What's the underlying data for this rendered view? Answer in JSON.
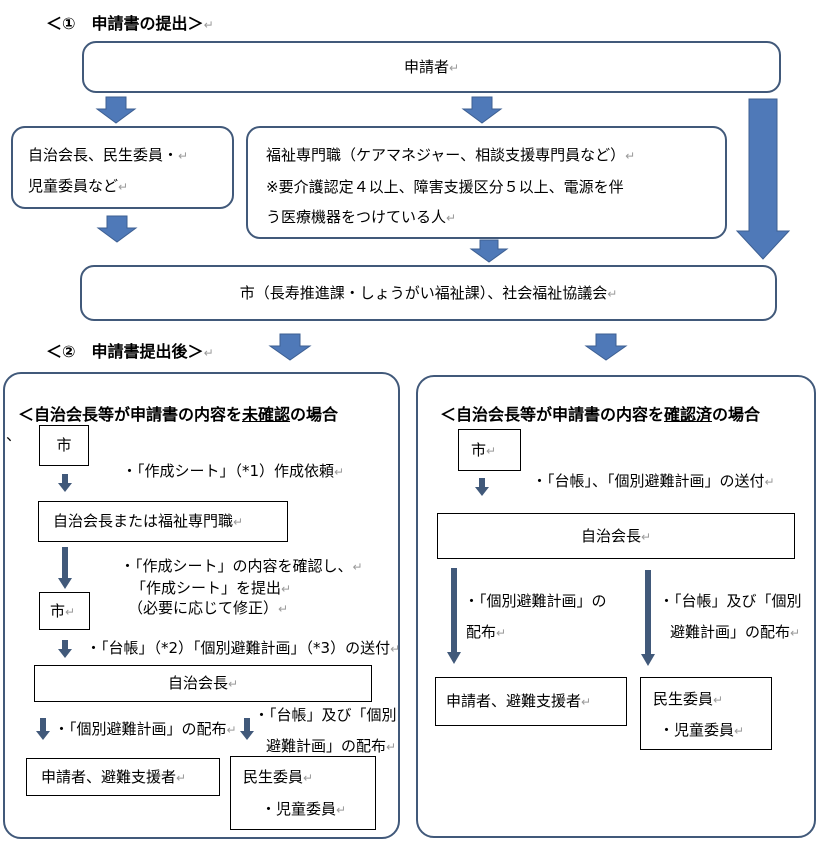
{
  "colors": {
    "arrow": "#4f79b8",
    "arrow_stroke": "#3d5f92",
    "box_border": "#41597a",
    "text": "#000000",
    "para_mark": "#9a9a9a"
  },
  "para_mark": "↵",
  "section1": {
    "title": "＜①　申請書の提出＞"
  },
  "applicant": {
    "label": "申請者"
  },
  "chairman_box": {
    "line1": "自治会長、民生委員・",
    "line2": "児童委員など"
  },
  "welfare_box": {
    "line1": "福祉専門職（ケアマネジャー、相談支援専門員など）",
    "line2": "※要介護認定４以上、障害支援区分５以上、電源を伴",
    "line3": "う医療機器をつけている人"
  },
  "city_box": {
    "label": "市（長寿推進課・しょうがい福祉課）、社会福祉協議会"
  },
  "section2": {
    "title": "＜②　申請書提出後＞"
  },
  "left_panel": {
    "title_pre": "＜自治会長等が申請書の内容を",
    "title_em": "未確認",
    "title_post": "の場合",
    "stray_mark": "、",
    "city1": "市",
    "note1": "・「作成シート」（*1）作成依頼",
    "chair_or_welfare": "自治会長または福祉専門職",
    "note2_line1": "・「作成シート」の内容を確認し、",
    "note2_line2": "「作成シート」を提出",
    "note2_line3": "（必要に応じて修正）",
    "city2": "市",
    "note3": "・「台帳」（*2）「個別避難計画」（*3）の送付",
    "chairman": "自治会長",
    "note4": "・「個別避難計画」の配布",
    "note5_line1": "・「台帳」及び「個別",
    "note5_line2": "避難計画」の配布",
    "applicant_supporter": "申請者、避難支援者",
    "minsei_line1": "民生委員",
    "minsei_line2": "・児童委員"
  },
  "right_panel": {
    "title_pre": "＜自治会長等が申請書の内容を",
    "title_em": "確認済",
    "title_post": "の場合",
    "city": "市",
    "note1": "・「台帳」、「個別避難計画」の送付",
    "chairman": "自治会長",
    "note2_line1": "・「個別避難計画」の",
    "note2_line2": "配布",
    "note3_line1": "・「台帳」及び「個別",
    "note3_line2": "避難計画」の配布",
    "applicant_supporter": "申請者、避難支援者",
    "minsei_line1": "民生委員",
    "minsei_line2": "・児童委員"
  }
}
